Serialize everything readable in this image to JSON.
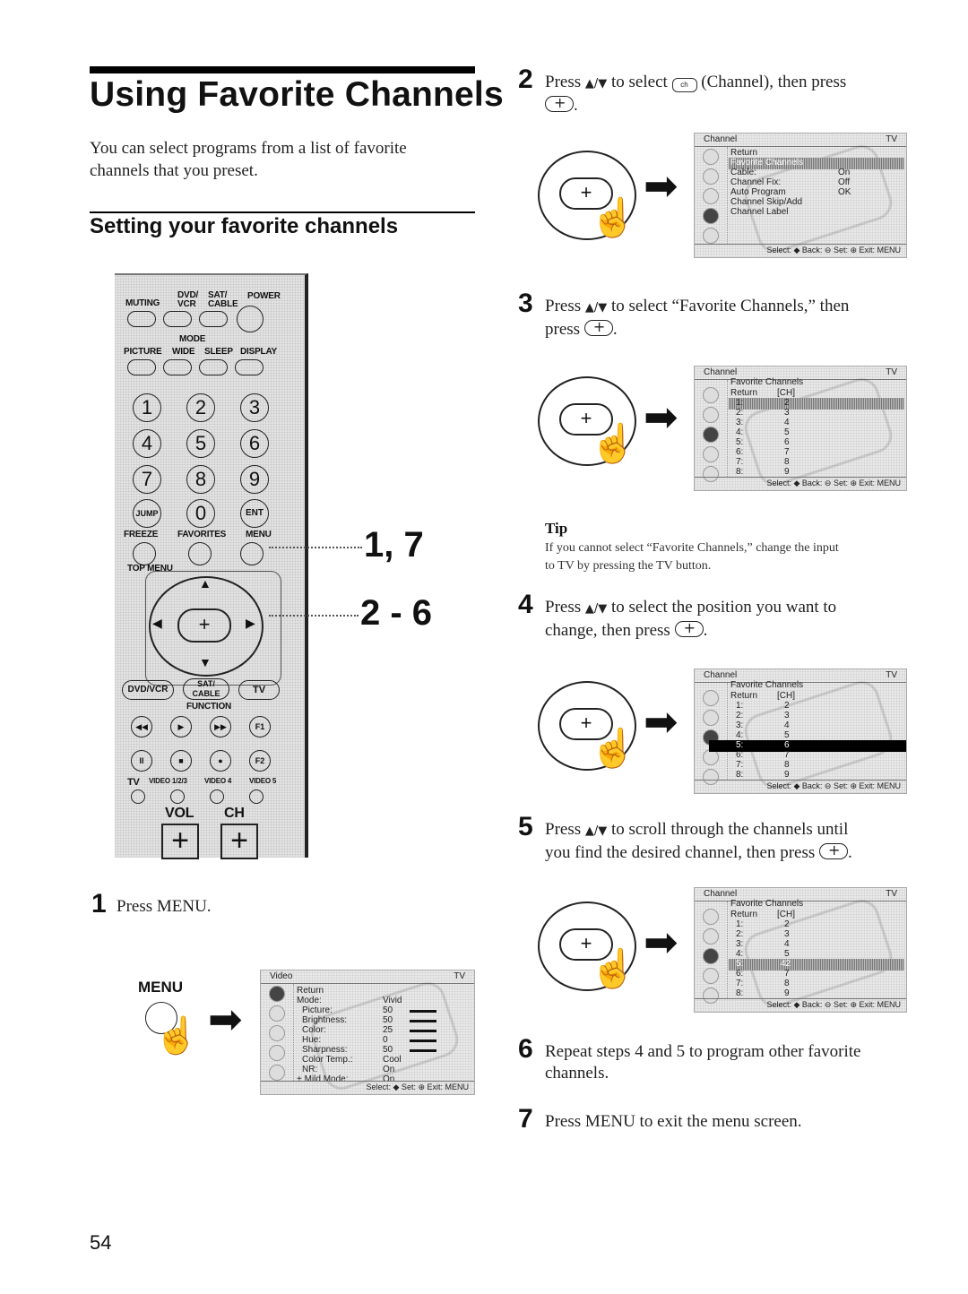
{
  "title": "Using Favorite Channels",
  "intro": [
    "You can select programs from a list of favorite",
    "channels that you preset."
  ],
  "section_title": "Setting your favorite channels",
  "page_number": "54",
  "callouts": {
    "a": "1, 7",
    "b": "2 - 6"
  },
  "remote": {
    "top_labels": [
      "MUTING",
      "DVD/ VCR",
      "SAT/ CABLE",
      "POWER"
    ],
    "mode_label": "MODE",
    "row2_labels": [
      "PICTURE",
      "WIDE",
      "SLEEP",
      "DISPLAY"
    ],
    "digits": [
      "1",
      "2",
      "3",
      "4",
      "5",
      "6",
      "7",
      "8",
      "9",
      "JUMP",
      "0",
      "ENT"
    ],
    "row_fav_labels": [
      "FREEZE",
      "FAVORITES",
      "MENU"
    ],
    "top_menu": "TOP MENU",
    "func_buttons": [
      "DVD/VCR",
      "SAT/ CABLE",
      "TV"
    ],
    "function_label": "FUNCTION",
    "transport": [
      "◀◀",
      "▶",
      "▶▶",
      "F1",
      "II",
      "■",
      "●",
      "F2"
    ],
    "input_labels": [
      "TV",
      "VIDEO 1/2/3",
      "VIDEO 4",
      "VIDEO 5"
    ],
    "vol": "VOL",
    "ch": "CH",
    "plus": "+"
  },
  "steps": [
    {
      "num": "1",
      "text": "Press MENU."
    },
    {
      "num": "2",
      "text_a": "Press",
      "arrows": "▲/▼",
      "text_b": "to select",
      "text_c": "(Channel), then press"
    },
    {
      "num": "3",
      "text_a": "Press",
      "arrows": "▲/▼",
      "text_b": "to select “Favorite Channels,” then",
      "text_c": "press"
    },
    {
      "num": "4",
      "text_a": "Press",
      "arrows": "▲/▼",
      "text_b": "to select the position you want to",
      "text_c": "change, then press"
    },
    {
      "num": "5",
      "text_a": "Press",
      "arrows": "▲/▼",
      "text_b": "to scroll through the channels until",
      "text_c": "you find the desired channel, then press"
    },
    {
      "num": "6",
      "text": "Repeat steps 4 and 5 to program other favorite",
      "text2": "channels."
    },
    {
      "num": "7",
      "text": "Press MENU to exit the menu screen."
    }
  ],
  "tip": {
    "heading": "Tip",
    "line1": "If you cannot select “Favorite Channels,” change the input",
    "line2": "to TV by pressing the TV button."
  },
  "menu_key_label": "MENU",
  "screens": {
    "video": {
      "header": "Video",
      "tv": "TV",
      "rows": [
        {
          "label": "Return",
          "value": ""
        },
        {
          "label": "Mode:",
          "value": "Vivid"
        },
        {
          "label": "Picture:",
          "value": "50"
        },
        {
          "label": "Brightness:",
          "value": "50"
        },
        {
          "label": "Color:",
          "value": "25"
        },
        {
          "label": "Hue:",
          "value": "0"
        },
        {
          "label": "Sharpness:",
          "value": "50"
        },
        {
          "label": "Color Temp.:",
          "value": "Cool"
        },
        {
          "label": "NR:",
          "value": "On"
        },
        {
          "label": "+ Mild Mode:",
          "value": "On"
        }
      ],
      "footer": "Select: ◆  Set: ⊕  Exit: MENU"
    },
    "channel": {
      "header": "Channel",
      "tv": "TV",
      "rows": [
        {
          "label": "Return",
          "value": ""
        },
        {
          "label": "Favorite Channels",
          "value": ""
        },
        {
          "label": "Cable:",
          "value": "On"
        },
        {
          "label": "Channel Fix:",
          "value": "Off"
        },
        {
          "label": "Auto Program",
          "value": "OK"
        },
        {
          "label": "Channel Skip/Add",
          "value": ""
        },
        {
          "label": "Channel Label",
          "value": ""
        }
      ],
      "footer": "Select: ◆  Back: ⊖  Set: ⊕  Exit: MENU"
    },
    "fav3": {
      "header": "Channel",
      "sub": "Favorite Channels",
      "tv": "TV",
      "return": "Return",
      "chcol": "[CH]",
      "rows": [
        [
          "1:",
          "2"
        ],
        [
          "2:",
          "3"
        ],
        [
          "3:",
          "4"
        ],
        [
          "4:",
          "5"
        ],
        [
          "5:",
          "6"
        ],
        [
          "6:",
          "7"
        ],
        [
          "7:",
          "8"
        ],
        [
          "8:",
          "9"
        ]
      ],
      "footer": "Select: ◆  Back: ⊖  Set: ⊕  Exit: MENU"
    },
    "fav4": {
      "header": "Channel",
      "sub": "Favorite Channels",
      "tv": "TV",
      "return": "Return",
      "chcol": "[CH]",
      "rows": [
        [
          "1:",
          "2"
        ],
        [
          "2:",
          "3"
        ],
        [
          "3:",
          "4"
        ],
        [
          "4:",
          "5"
        ],
        [
          "5:",
          "6"
        ],
        [
          "6:",
          "7"
        ],
        [
          "7:",
          "8"
        ],
        [
          "8:",
          "9"
        ]
      ],
      "footer": "Select: ◆  Back: ⊖  Set: ⊕  Exit: MENU"
    },
    "fav5": {
      "header": "Channel",
      "sub": "Favorite Channels",
      "tv": "TV",
      "return": "Return",
      "chcol": "[CH]",
      "rows": [
        [
          "1:",
          "2"
        ],
        [
          "2:",
          "3"
        ],
        [
          "3:",
          "4"
        ],
        [
          "4:",
          "5"
        ],
        [
          "5:",
          "42"
        ],
        [
          "6:",
          "7"
        ],
        [
          "7:",
          "8"
        ],
        [
          "8:",
          "9"
        ]
      ],
      "footer": "Select: ◆  Back: ⊖  Set: ⊕  Exit: MENU"
    }
  }
}
